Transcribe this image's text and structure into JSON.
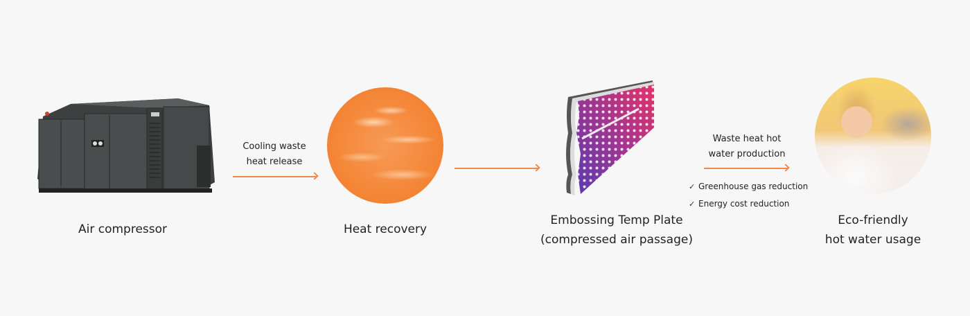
{
  "steps": [
    {
      "label": "Air compressor",
      "image": "air-compressor-photo"
    },
    {
      "label": "Heat recovery",
      "image": "heat-flame-circle"
    },
    {
      "label_line1": "Embossing Temp Plate",
      "label_line2": "(compressed air passage)",
      "image": "embossed-plate-illustration"
    },
    {
      "label_line1": "Eco-friendly",
      "label_line2": "hot water usage",
      "image": "child-bath-photo"
    }
  ],
  "arrows": [
    {
      "caption_line1": "Cooling waste",
      "caption_line2": "heat release"
    },
    {
      "caption_line1": "",
      "caption_line2": ""
    },
    {
      "caption_line1": "Waste heat hot",
      "caption_line2": "water production"
    }
  ],
  "benefits": [
    {
      "icon": "check-icon",
      "text": "Greenhouse gas reduction"
    },
    {
      "icon": "check-icon",
      "text": "Energy cost reduction"
    }
  ],
  "colors": {
    "arrow": "#ef8a4a",
    "background": "#f7f7f7",
    "text": "#222222"
  }
}
